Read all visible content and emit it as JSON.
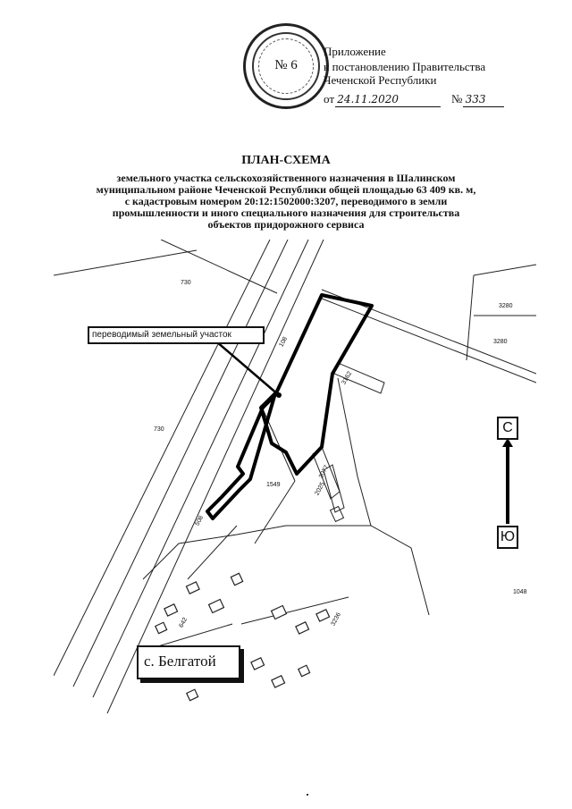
{
  "stamp": {
    "number": "№ 6"
  },
  "appendix": {
    "line1": "Приложение",
    "line2": "к постановлению Правительства",
    "line3": "Чеченской Республики",
    "date_prefix": "от",
    "date": "24.11.2020",
    "number_prefix": "№",
    "number": "333"
  },
  "title": {
    "heading": "ПЛАН-СХЕМА",
    "line1": "земельного участка сельскохозяйственного назначения в Шалинском",
    "line2": "муниципальном районе Чеченской Республики общей площадью 63 409 кв. м,",
    "line3": "с кадастровым номером 20:12:1502000:3207, переводимого в земли",
    "line4": "промышленности и иного специального назначения для строительства",
    "line5": "объектов придорожного сервиса"
  },
  "map": {
    "callout_label": "переводимый земельный участок",
    "village_label": "с. Белгатой",
    "compass_north": "С",
    "compass_south": "Ю",
    "parcel_labels": [
      "730",
      "3280",
      "3280",
      "730",
      "1549",
      "3162",
      "108",
      "508",
      "3077",
      "2025",
      "642",
      "1048",
      "3236"
    ]
  },
  "colors": {
    "ink": "#111111",
    "paper": "#ffffff"
  }
}
